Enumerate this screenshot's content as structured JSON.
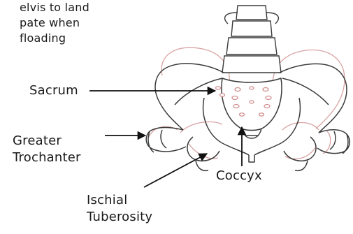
{
  "top_fragment": {
    "lines": [
      "elvis to land",
      "pate when",
      "floading"
    ]
  },
  "labels": {
    "sacrum": "Sacrum",
    "greater_trochanter": [
      "Greater",
      "Trochanter"
    ],
    "coccyx": "Coccyx",
    "ischial_tuberosity": [
      "Ischial",
      "Tuberosity"
    ]
  },
  "colors": {
    "bone_outline": "#3a3a3a",
    "secondary_outline": "#d9a3a3",
    "arrow": "#111111"
  }
}
